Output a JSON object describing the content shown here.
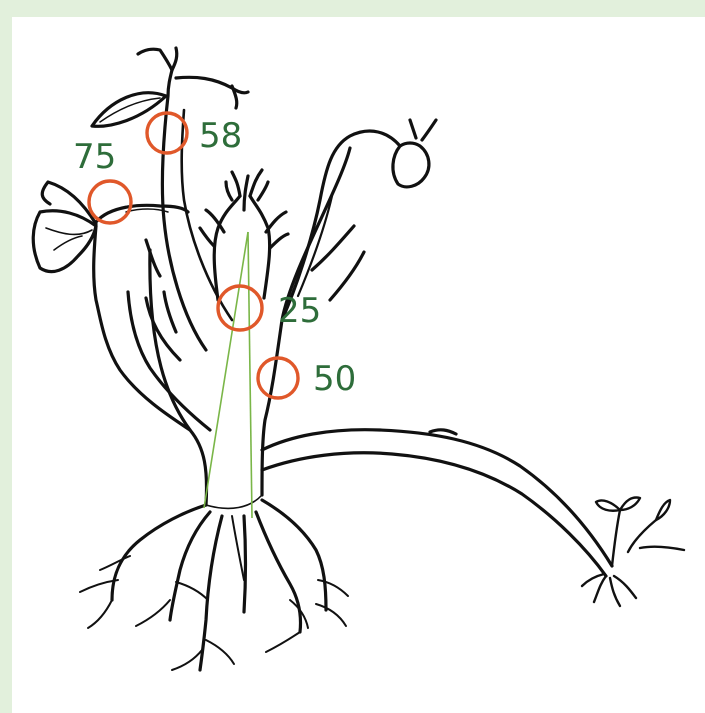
{
  "labels": {
    "top_stem": "58",
    "leaf": "75",
    "crown": "25",
    "lower_stem": "50"
  },
  "colors": {
    "background": "#e2f0dc",
    "panel": "#ffffff",
    "drawing": "#111111",
    "marker": "#e0582a",
    "label": "#2e6d3a",
    "guide_line": "#7ab648"
  }
}
